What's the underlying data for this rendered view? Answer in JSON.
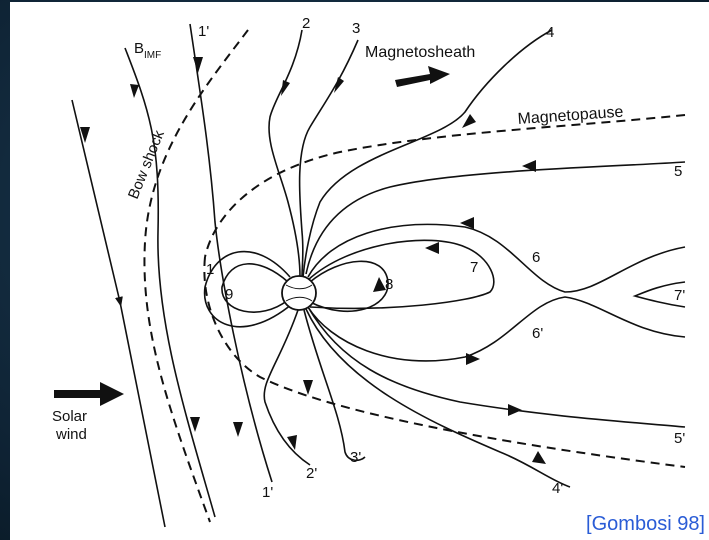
{
  "labels": {
    "bimf_main": "B",
    "bimf_sub": "IMF",
    "bow_shock": "Bow shock",
    "magnetosheath": "Magnetosheath",
    "magnetopause": "Magnetopause",
    "solar_wind_line1": "Solar",
    "solar_wind_line2": "wind",
    "citation": "[Gombosi 98]"
  },
  "field_line_numbers": [
    "1'",
    "2",
    "3",
    "4",
    "5",
    "6",
    "7",
    "7'",
    "8",
    "9",
    "1",
    "6'",
    "5'",
    "4'",
    "3'",
    "2'",
    "1'"
  ],
  "colors": {
    "background": "#0e2233",
    "figure": "#ffffff",
    "ink": "#111111",
    "citation": "#2a5cd6"
  }
}
